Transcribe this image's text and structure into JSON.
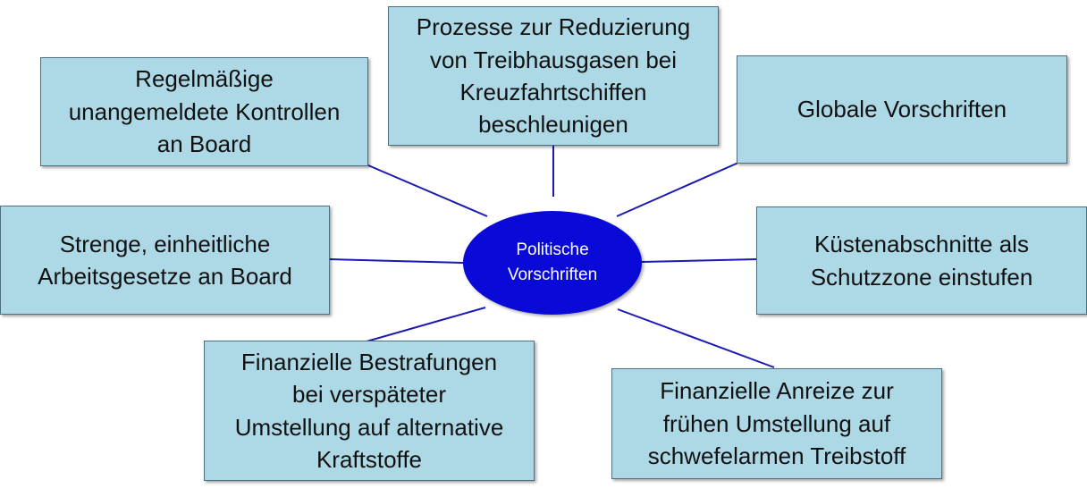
{
  "diagram": {
    "center_label": "Politische\nVorschriften",
    "nodes": [
      {
        "id": "top",
        "label": "Prozesse zur Reduzierung\nvon Treibhausgasen bei\nKreuzfahrtschiffen\nbeschleunigen"
      },
      {
        "id": "top-left",
        "label": "Regelmäßige\nunangemeldete Kontrollen\nan Board"
      },
      {
        "id": "top-right",
        "label": "Globale Vorschriften"
      },
      {
        "id": "left",
        "label": "Strenge, einheitliche\nArbeitsgesetze an Board"
      },
      {
        "id": "right",
        "label": "Küstenabschnitte als\nSchutzzone einstufen"
      },
      {
        "id": "bottom-left",
        "label": "Finanzielle Bestrafungen\nbei verspäteter\nUmstellung auf alternative\nKraftstoffe"
      },
      {
        "id": "bottom-right",
        "label": "Finanzielle Anreize zur\nfrühen Umstellung auf\nschwefelarmen Treibstoff"
      }
    ]
  },
  "colors": {
    "node_fill": "#add8e6",
    "center_fill": "#0a0ad8",
    "connector": "#1a1ab0"
  }
}
